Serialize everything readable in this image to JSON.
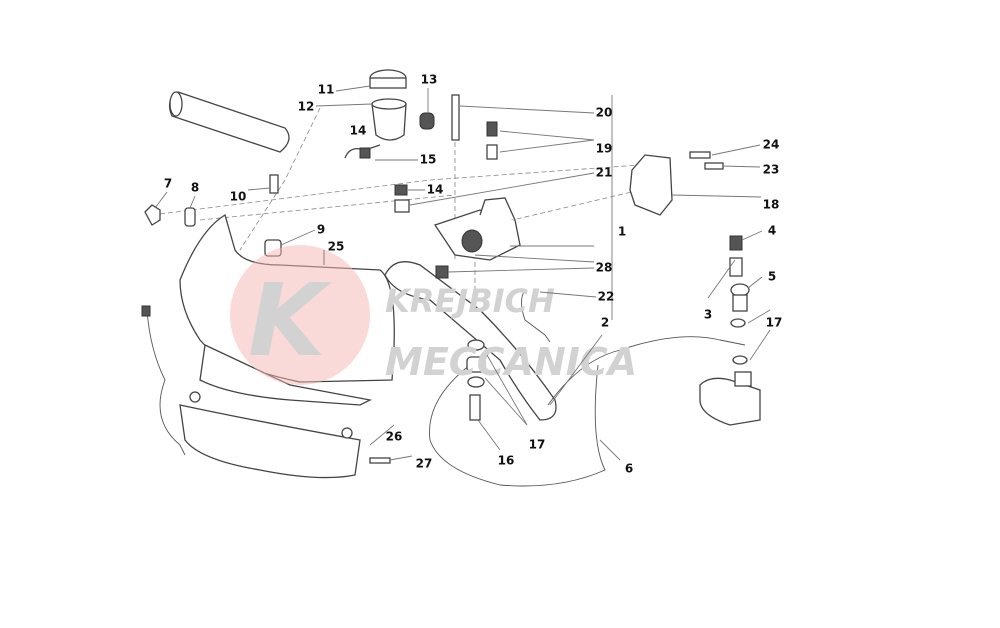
{
  "diagram": {
    "title": "Clutch master cylinder exploded view",
    "watermark": {
      "line1": "KREJBICH",
      "line2": "MECCANICA",
      "letter": "K",
      "color": "#f4a0a0"
    },
    "labels": [
      "11",
      "12",
      "13",
      "20",
      "14",
      "19",
      "15",
      "24",
      "23",
      "21",
      "7",
      "8",
      "10",
      "14",
      "18",
      "9",
      "1",
      "4",
      "25",
      "28",
      "5",
      "22",
      "3",
      "2",
      "17",
      "26",
      "17",
      "16",
      "6",
      "27"
    ]
  }
}
